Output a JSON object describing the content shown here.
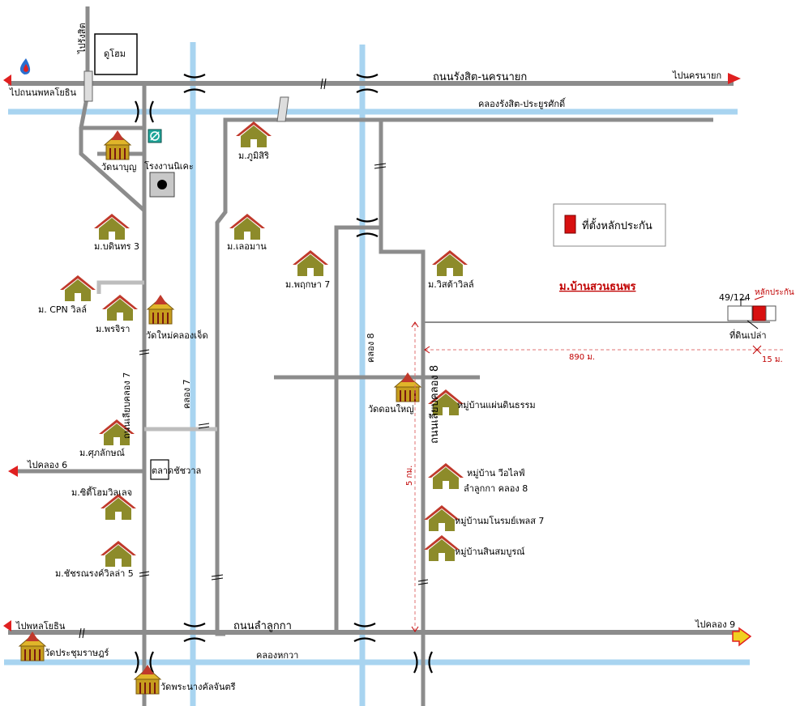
{
  "roads": {
    "rangsit_nakhonnayok": "ถนนรังสิต-นครนายก",
    "lam_luk_ka": "ถนนลำลูกกา",
    "liab_khlong_7": "ถนนเลียบคลอง 7",
    "liab_khlong_8": "ถนนเลียบคลอง 8"
  },
  "canals": {
    "rangsit_prayoonsak": "คลองรังสิต-ประยูรศักดิ์",
    "hok_wa": "คลองหกวา",
    "khlong_7": "คลอง 7",
    "khlong_8": "คลอง 8"
  },
  "directions": {
    "to_rangsit": "ไปรังสิต",
    "to_phahonyothin_top": "ไปถนนพหลโยธิน",
    "to_nakhonnayok": "ไปนครนายก",
    "to_khlong6": "ไปคลอง 6",
    "to_phahonyothin_bottom": "ไปพหลโยธิน",
    "to_khlong9": "ไปคลอง 9"
  },
  "places": {
    "du_home": "ดูโฮม",
    "wat_na_boon": "วัดนาบุญ",
    "nikke_factory": "โรงงานนิเคะ",
    "mb_phumisiri": "ม.ภูมิสิริ",
    "mb_bodintorn3": "ม.บดินทร 3",
    "mb_lermman": "ม.เลอมาน",
    "mb_cpn_villa": "ม. CPN วิลล์",
    "mb_pornjira": "ม.พรจิรา",
    "wat_mai_khlong7": "วัดใหม่คลองเจ็ด",
    "mb_pruksa7": "ม.พฤกษา 7",
    "mb_wisset_villa": "ม.วิสต้าวิลล์",
    "wat_don_yai": "วัดดอนใหญ่",
    "mb_phaendin_tham": "หมู่บ้านแผ่นดินธรรม",
    "mb_suphalak": "ม.ศุภลักษณ์",
    "talad_chaiwan": "ตลาดชัชวาล",
    "mb_city_home": "ม.ซิตี้โฮมวิลเลจ",
    "mb_atchara": "ม.ชัชรณรงค์วิลล่า 5",
    "mb_villa_lam_1": "หมู่บ้าน วีอไลฟ์",
    "mb_villa_lam_2": "ลำลูกกา คลอง 8",
    "mb_manorom": "หมู่บ้านมโนรมย์เพลส 7",
    "mb_sinsomboon": "หมู่บ้านสินสมบูรณ์",
    "wat_prachum": "วัดประชุมราษฎร์",
    "wat_phra_nang": "วัดพระนางคัลจันตรี"
  },
  "target": {
    "village": "ม.บ้านสวนธนพร",
    "house_no": "49/124",
    "collateral": "หลักประกัน",
    "vacant_land": "ที่ดินเปล่า",
    "dist_890": "890 ม.",
    "dist_15": "15 ม.",
    "dist_5km": "5 กม."
  },
  "legend": {
    "label": "ที่ตั้งหลักประกัน"
  },
  "colors": {
    "road": "#8c8c8c",
    "canal": "#a8d4f0",
    "house_roof": "#c0392b",
    "house_body": "#8d8b2a",
    "temple": "#c69d1e",
    "arrow_red": "#e02020",
    "marker_red": "#d81010",
    "dim_red": "#e07070"
  },
  "icons": {
    "petrol_station": "ptt-drop-icon",
    "factory": "factory-icon",
    "house": "house-icon",
    "temple": "temple-icon",
    "bridge": "bridge-icon",
    "marker": "collateral-marker-icon"
  }
}
